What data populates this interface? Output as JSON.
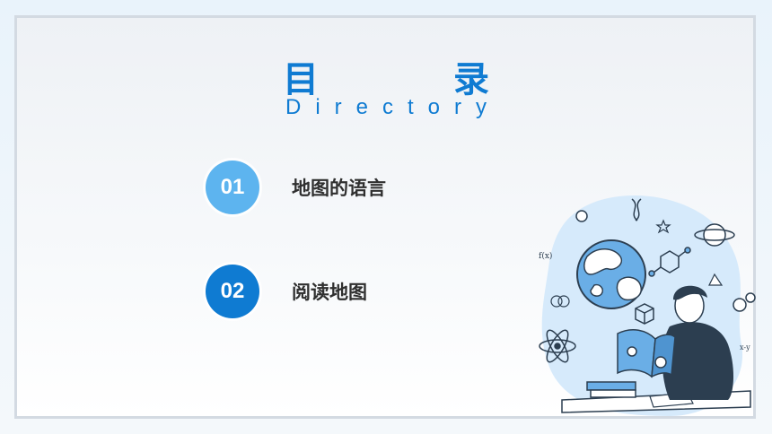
{
  "header": {
    "title_cn_1": "目",
    "title_cn_2": "录",
    "title_en": "Directory"
  },
  "items": [
    {
      "number": "01",
      "label": "地图的语言"
    },
    {
      "number": "02",
      "label": "阅读地图"
    }
  ],
  "illustration": {
    "subject": "person-reading-book-with-globe-icon",
    "formula_labels": [
      "f(x)",
      "x-y"
    ]
  },
  "colors": {
    "accent": "#0f7bd2",
    "accent_light": "#5db4ef",
    "text": "#2f2f2f",
    "frame_border": "#d3dae2",
    "blob": "#d6eafb"
  }
}
